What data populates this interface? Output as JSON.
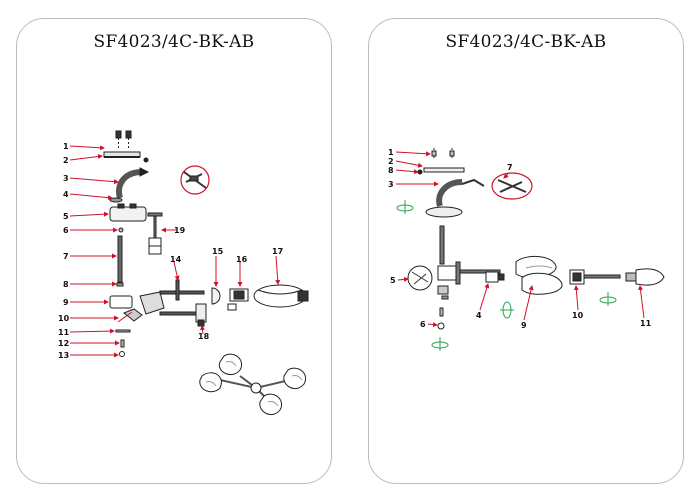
{
  "left": {
    "title": "SF4023/4C-BK-AB",
    "labels": [
      "1",
      "2",
      "3",
      "4",
      "5",
      "6",
      "7",
      "8",
      "9",
      "10",
      "11",
      "12",
      "13",
      "14",
      "15",
      "16",
      "17",
      "18",
      "19"
    ]
  },
  "right": {
    "title": "SF4023/4C-BK-AB",
    "labels": [
      "1",
      "2",
      "8",
      "3",
      "7",
      "5",
      "4",
      "9",
      "10",
      "11",
      "6"
    ]
  },
  "colors": {
    "leader": "#d0112b",
    "outline": "#222222",
    "part_gray": "#9a9a9a",
    "dark": "#333333",
    "accent_green": "#29a84a"
  }
}
